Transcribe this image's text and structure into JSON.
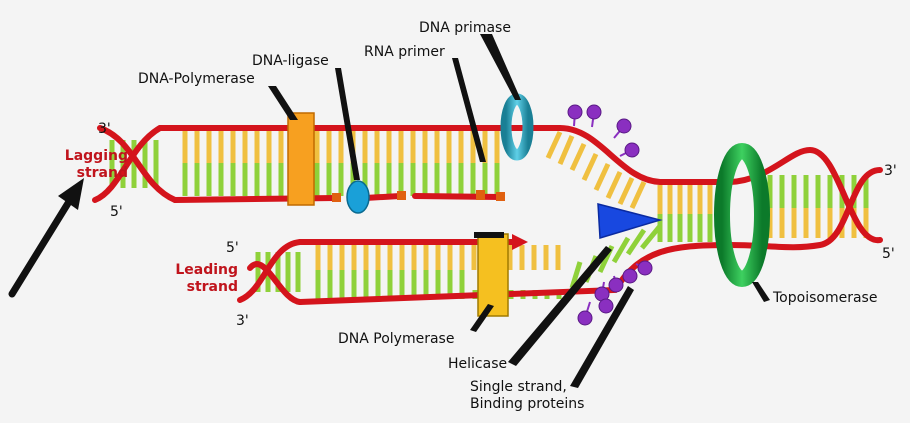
{
  "labels": {
    "dna_primase": "DNA primase",
    "dna_ligase": "DNA-ligase",
    "rna_primer": "RNA primer",
    "dna_polymerase_top": "DNA-Polymerase",
    "lagging_strand": [
      "Lagging",
      "strand"
    ],
    "leading_strand": [
      "Leading",
      "strand"
    ],
    "dna_polymerase_bottom": "DNA Polymerase",
    "helicase": "Helicase",
    "ssb": [
      "Single strand,",
      "Binding proteins"
    ],
    "topoisomerase": "Topoisomerase"
  },
  "ends": {
    "lag_3": "3'",
    "lag_5": "5'",
    "lead_5": "5'",
    "lead_3": "3'",
    "right_3": "3'",
    "right_5": "5'"
  },
  "colors": {
    "backbone": "#d4141c",
    "base_green": "#8fd13a",
    "base_yellow": "#f0c040",
    "polymerase": "#f7a020",
    "polymerase_bottom": "#f5c020",
    "ligase": "#1aa0d8",
    "primase": "#2aa8c4",
    "helicase": "#1848e0",
    "ssb": "#8a2fc0",
    "topoisomerase": "#1aa63c",
    "primer": "#e06010",
    "strand_label": "#c0141c"
  }
}
